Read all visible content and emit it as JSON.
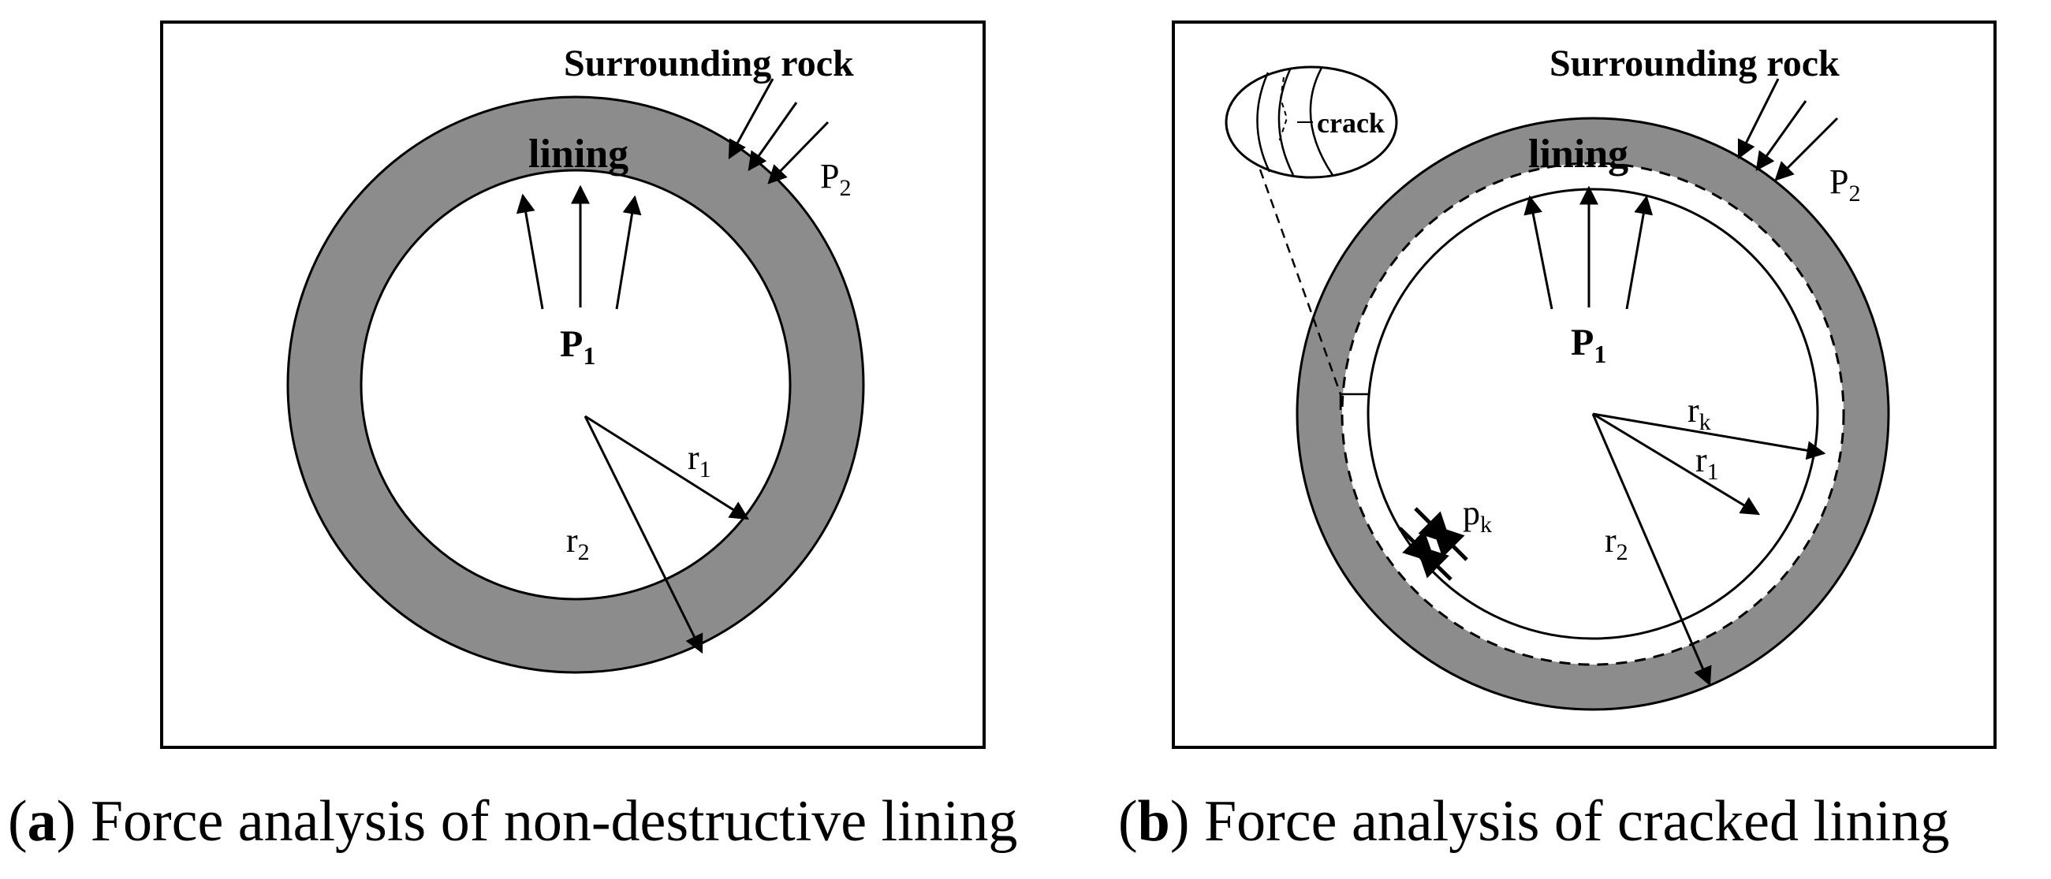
{
  "panel_a": {
    "surrounding_rock": "Surrounding rock",
    "lining": "lining",
    "p2": "P",
    "p2_sub": "2",
    "p1": "P",
    "p1_sub": "1",
    "r1": "r",
    "r1_sub": "1",
    "r2": "r",
    "r2_sub": "2"
  },
  "panel_b": {
    "surrounding_rock": "Surrounding rock",
    "lining": "lining",
    "crack": "crack",
    "p2": "P",
    "p2_sub": "2",
    "p1": "P",
    "p1_sub": "1",
    "rk": "r",
    "rk_sub": "k",
    "r1": "r",
    "r1_sub": "1",
    "r2": "r",
    "r2_sub": "2",
    "pk": "p",
    "pk_sub": "k"
  },
  "captions": {
    "a_letter": "a",
    "a_open": "(",
    "a_close": ")",
    "a_text": " Force analysis of non-destructive lining",
    "b_letter": "b",
    "b_open": "(",
    "b_close": ")",
    "b_text": " Force analysis of cracked lining"
  },
  "colors": {
    "lining_fill": "#8c8c8c",
    "line": "#000000",
    "background": "#ffffff"
  }
}
